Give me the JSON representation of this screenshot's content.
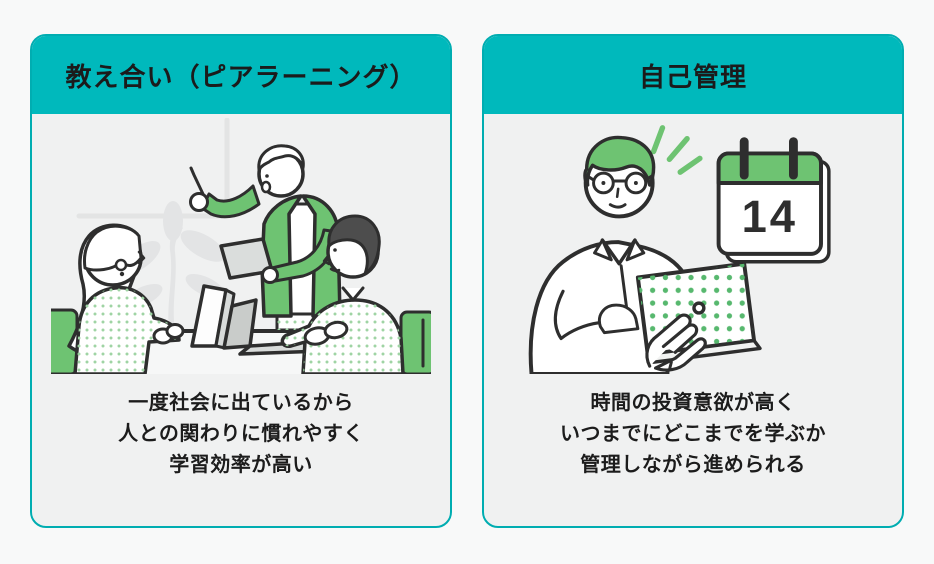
{
  "page": {
    "background": "#f8f9f9"
  },
  "colors": {
    "teal_header": "#00b9bc",
    "teal_border": "#00adb1",
    "green_accent": "#6ec372",
    "card_background": "#f0f1f1",
    "line_dark": "#2e2e2e",
    "text_dark": "#1c1c1c"
  },
  "cards": [
    {
      "title": "教え合い（ピアラーニング）",
      "description_lines": [
        "一度社会に出ているから",
        "人との関わりに慣れやすく",
        "学習効率が高い"
      ],
      "illustration_name": "peer-learning-illustration"
    },
    {
      "title": "自己管理",
      "description_lines": [
        "時間の投資意欲が高く",
        "いつまでにどこまでを学ぶか",
        "管理しながら進められる"
      ],
      "illustration_name": "self-management-illustration",
      "calendar_day": "14"
    }
  ]
}
